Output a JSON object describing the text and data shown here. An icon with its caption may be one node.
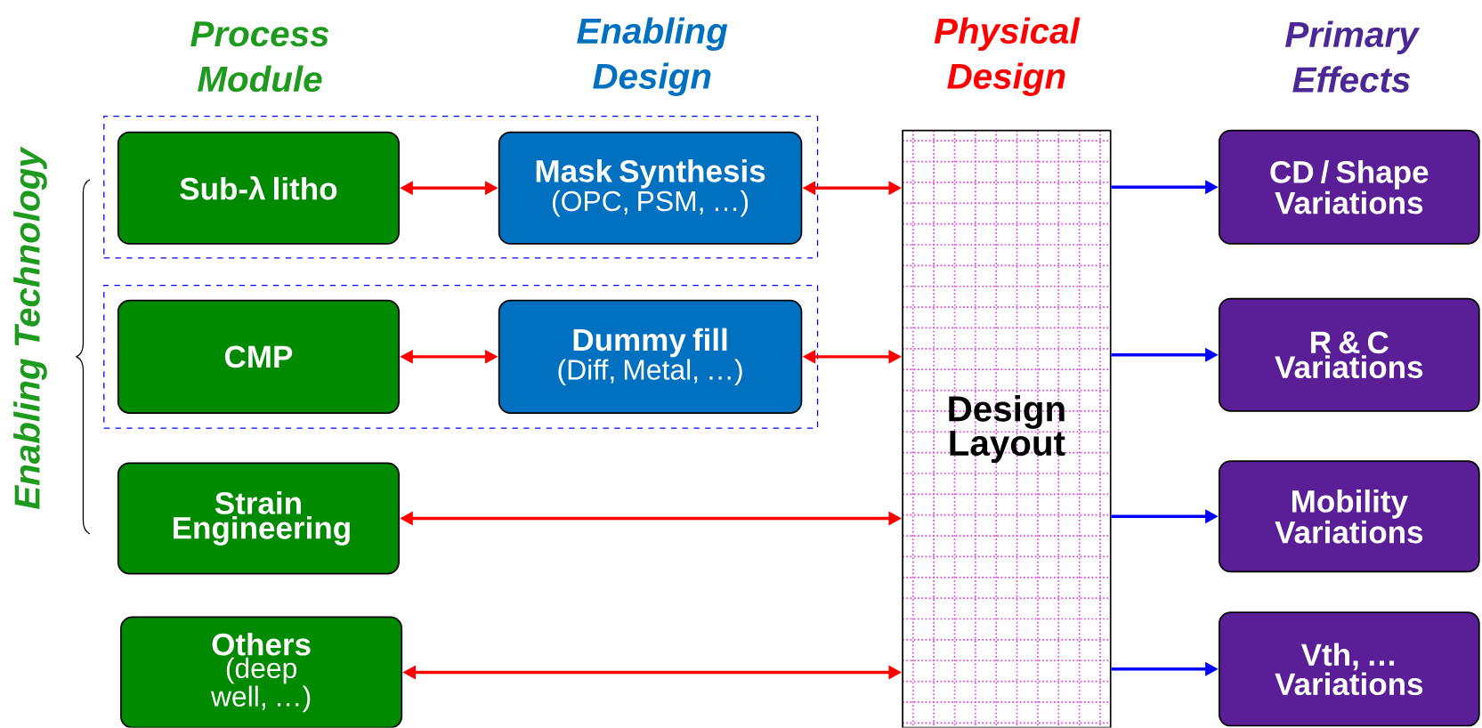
{
  "diagram": {
    "nodes": [
      {
        "text": [],
        "shape": "box"
      },
      {
        "text": [
          "Sub-λ litho"
        ],
        "in": 0
      },
      {
        "text": [
          "Mask Synthesis",
          "(OPC, PSM, …)"
        ],
        "in": 0
      },
      {
        "text": [],
        "shape": "box"
      },
      {
        "text": [
          "CMP"
        ],
        "in": 3
      },
      {
        "text": [
          "Dummy fill",
          "(Diff, Metal, …)"
        ],
        "in": 3
      },
      {
        "text": [
          "Strain Engineering"
        ]
      },
      {
        "text": [
          "Others",
          "(deep well, …)"
        ]
      },
      {
        "text": [
          "Design Layout"
        ]
      },
      {
        "text": [
          "CD / Shape Variations"
        ]
      },
      {
        "text": [
          "R & C Variations"
        ]
      },
      {
        "text": [
          "Mobility Variations"
        ]
      },
      {
        "text": [
          "Vth, … Variations"
        ]
      }
    ],
    "edges": [
      {
        "from": 1,
        "to": 2,
        "arrow": "both"
      },
      {
        "from": 2,
        "to": 8,
        "arrow": "both"
      },
      {
        "from": 4,
        "to": 5,
        "arrow": "both"
      },
      {
        "from": 5,
        "to": 8,
        "arrow": "both"
      },
      {
        "from": 6,
        "to": 8,
        "arrow": "both"
      },
      {
        "from": 7,
        "to": 8,
        "arrow": "both"
      },
      {
        "from": 8,
        "to": 9,
        "arrow": "to",
        "color": "#0000ff"
      },
      {
        "from": 8,
        "to": 10,
        "arrow": "to",
        "color": "#0000ff"
      },
      {
        "from": 8,
        "to": 11,
        "arrow": "to",
        "color": "#0000ff"
      },
      {
        "from": 8,
        "to": 12,
        "arrow": "to",
        "color": "#0000ff"
      }
    ],
    "labels": [
      "Process Module",
      "Enabling Design",
      "Physical Design",
      "Primary Effects",
      "Enabling Technology"
    ]
  }
}
